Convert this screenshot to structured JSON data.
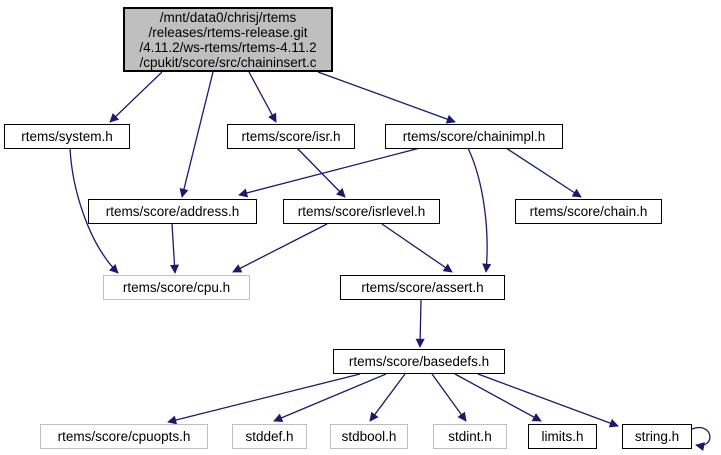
{
  "colors": {
    "background": "#ffffff",
    "edge": "#191970",
    "text": "#000000",
    "node_fill": "#ffffff",
    "node_border": "#000000",
    "leaf_node_border": "#bebebe",
    "main_node_fill": "#bfbfbf"
  },
  "graph": {
    "main_node": {
      "label_lines": [
        "/mnt/data0/chrisj/rtems",
        "/releases/rtems-release.git",
        "/4.11.2/ws-rtems/rtems-4.11.2",
        "/cpukit/score/src/chaininsert.c"
      ]
    },
    "nodes": [
      {
        "id": "system_h",
        "label": "rtems/system.h"
      },
      {
        "id": "isr_h",
        "label": "rtems/score/isr.h"
      },
      {
        "id": "chainimpl_h",
        "label": "rtems/score/chainimpl.h"
      },
      {
        "id": "address_h",
        "label": "rtems/score/address.h"
      },
      {
        "id": "isrlevel_h",
        "label": "rtems/score/isrlevel.h"
      },
      {
        "id": "chain_h",
        "label": "rtems/score/chain.h"
      },
      {
        "id": "cpu_h",
        "label": "rtems/score/cpu.h"
      },
      {
        "id": "assert_h",
        "label": "rtems/score/assert.h"
      },
      {
        "id": "basedefs_h",
        "label": "rtems/score/basedefs.h"
      },
      {
        "id": "cpuopts_h",
        "label": "rtems/score/cpuopts.h"
      },
      {
        "id": "stddef_h",
        "label": "stddef.h"
      },
      {
        "id": "stdbool_h",
        "label": "stdbool.h"
      },
      {
        "id": "stdint_h",
        "label": "stdint.h"
      },
      {
        "id": "limits_h",
        "label": "limits.h"
      },
      {
        "id": "string_h",
        "label": "string.h"
      }
    ],
    "edges": [
      {
        "from": "chaininsert.c",
        "to": "rtems/system.h"
      },
      {
        "from": "chaininsert.c",
        "to": "rtems/score/address.h"
      },
      {
        "from": "chaininsert.c",
        "to": "rtems/score/isr.h"
      },
      {
        "from": "chaininsert.c",
        "to": "rtems/score/chainimpl.h"
      },
      {
        "from": "rtems/system.h",
        "to": "rtems/score/cpu.h"
      },
      {
        "from": "rtems/score/isr.h",
        "to": "rtems/score/isrlevel.h"
      },
      {
        "from": "rtems/score/chainimpl.h",
        "to": "rtems/score/address.h"
      },
      {
        "from": "rtems/score/chainimpl.h",
        "to": "rtems/score/chain.h"
      },
      {
        "from": "rtems/score/chainimpl.h",
        "to": "rtems/score/assert.h"
      },
      {
        "from": "rtems/score/address.h",
        "to": "rtems/score/cpu.h"
      },
      {
        "from": "rtems/score/isrlevel.h",
        "to": "rtems/score/cpu.h"
      },
      {
        "from": "rtems/score/isrlevel.h",
        "to": "rtems/score/assert.h"
      },
      {
        "from": "rtems/score/assert.h",
        "to": "rtems/score/basedefs.h"
      },
      {
        "from": "rtems/score/basedefs.h",
        "to": "rtems/score/cpuopts.h"
      },
      {
        "from": "rtems/score/basedefs.h",
        "to": "stddef.h"
      },
      {
        "from": "rtems/score/basedefs.h",
        "to": "stdbool.h"
      },
      {
        "from": "rtems/score/basedefs.h",
        "to": "stdint.h"
      },
      {
        "from": "rtems/score/basedefs.h",
        "to": "limits.h"
      },
      {
        "from": "rtems/score/basedefs.h",
        "to": "string.h"
      },
      {
        "from": "string.h",
        "to": "string.h"
      }
    ]
  }
}
